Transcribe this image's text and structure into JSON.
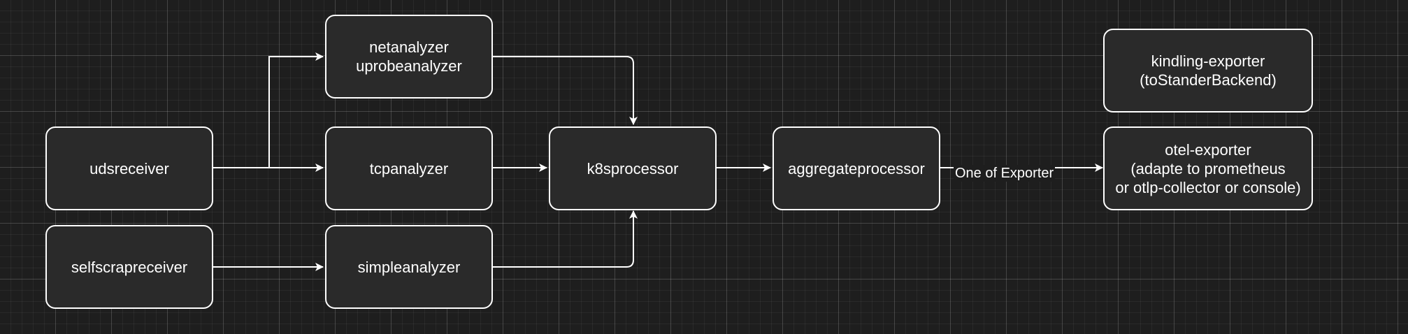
{
  "nodes": {
    "udsreceiver": {
      "lines": [
        "udsreceiver"
      ]
    },
    "selfscrapreceiver": {
      "lines": [
        "selfscrapreceiver"
      ]
    },
    "netanalyzer": {
      "lines": [
        "netanalyzer",
        "uprobeanalyzer"
      ]
    },
    "tcpanalyzer": {
      "lines": [
        "tcpanalyzer"
      ]
    },
    "simpleanalyzer": {
      "lines": [
        "simpleanalyzer"
      ]
    },
    "k8sprocessor": {
      "lines": [
        "k8sprocessor"
      ]
    },
    "aggregateprocessor": {
      "lines": [
        "aggregateprocessor"
      ]
    },
    "kindling_exporter": {
      "lines": [
        "kindling-exporter",
        "(toStanderBackend)"
      ]
    },
    "otel_exporter": {
      "lines": [
        "otel-exporter",
        "(adapte to prometheus",
        "or otlp-collector or console)"
      ]
    }
  },
  "edges": [
    {
      "from": "udsreceiver",
      "to": "netanalyzer"
    },
    {
      "from": "udsreceiver",
      "to": "tcpanalyzer"
    },
    {
      "from": "selfscrapreceiver",
      "to": "simpleanalyzer"
    },
    {
      "from": "netanalyzer",
      "to": "k8sprocessor"
    },
    {
      "from": "tcpanalyzer",
      "to": "k8sprocessor"
    },
    {
      "from": "simpleanalyzer",
      "to": "k8sprocessor"
    },
    {
      "from": "k8sprocessor",
      "to": "aggregateprocessor"
    },
    {
      "from": "aggregateprocessor",
      "to": "otel_exporter",
      "label": "One of Exporter"
    }
  ],
  "colors": {
    "background": "#1e1e1e",
    "node_fill": "#2a2a2a",
    "stroke": "#ffffff",
    "text": "#ffffff"
  }
}
